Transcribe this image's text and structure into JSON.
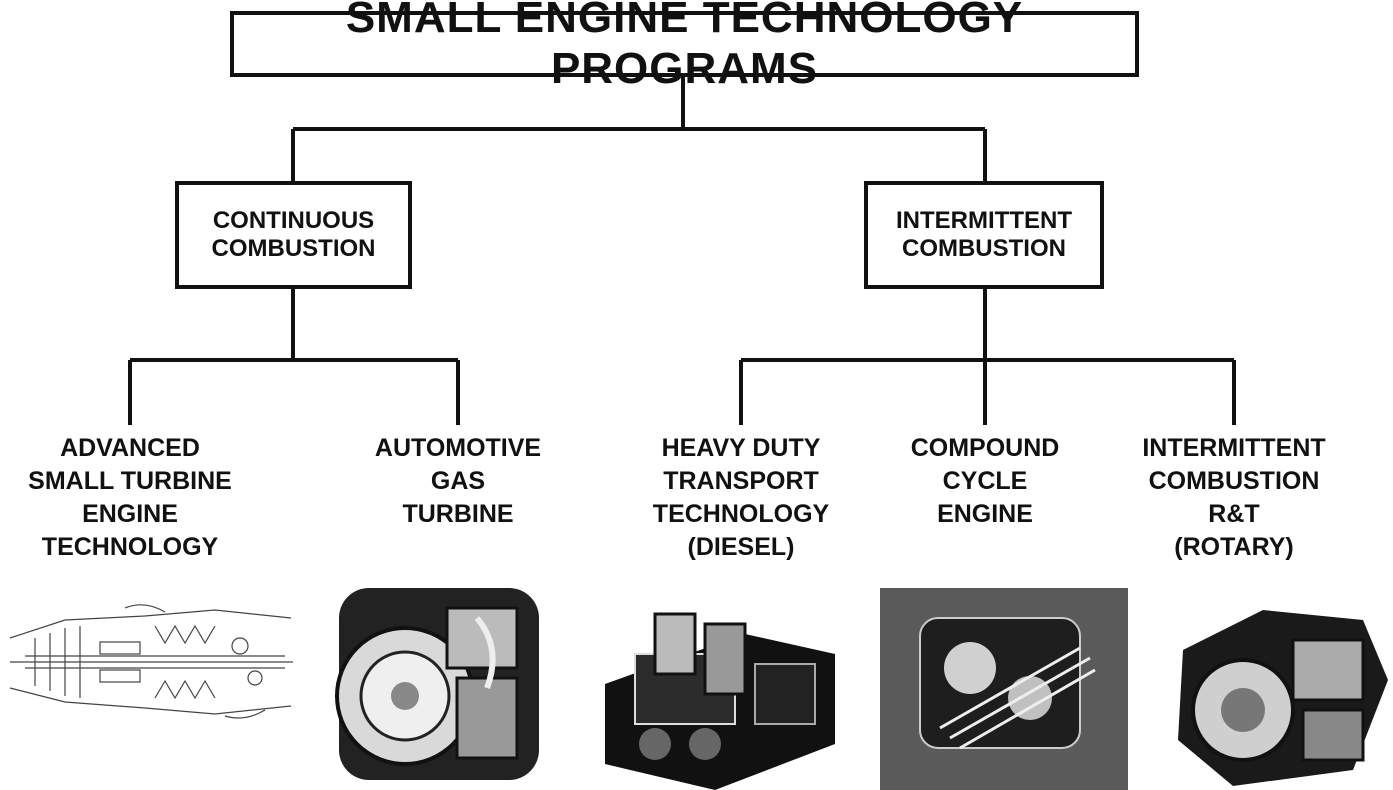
{
  "diagram": {
    "title": "SMALL ENGINE TECHNOLOGY PROGRAMS",
    "categories": [
      {
        "id": "continuous",
        "lines": [
          "CONTINUOUS",
          "COMBUSTION"
        ]
      },
      {
        "id": "intermittent",
        "lines": [
          "INTERMITTENT",
          "COMBUSTION"
        ]
      }
    ],
    "programs": [
      {
        "category": "continuous",
        "lines": [
          "ADVANCED",
          "SMALL TURBINE",
          "ENGINE",
          "TECHNOLOGY"
        ],
        "illustration": "turbine-engine-cutaway-drawing"
      },
      {
        "category": "continuous",
        "lines": [
          "AUTOMOTIVE",
          "GAS",
          "TURBINE"
        ],
        "illustration": "gas-turbine-engine-photo"
      },
      {
        "category": "intermittent",
        "lines": [
          "HEAVY DUTY",
          "TRANSPORT",
          "TECHNOLOGY",
          "(DIESEL)"
        ],
        "illustration": "diesel-engine-photo"
      },
      {
        "category": "intermittent",
        "lines": [
          "COMPOUND",
          "CYCLE",
          "ENGINE"
        ],
        "illustration": "compound-engine-photo"
      },
      {
        "category": "intermittent",
        "lines": [
          "INTERMITTENT",
          "COMBUSTION",
          "R&T",
          "(ROTARY)"
        ],
        "illustration": "rotary-engine-photo"
      }
    ]
  }
}
